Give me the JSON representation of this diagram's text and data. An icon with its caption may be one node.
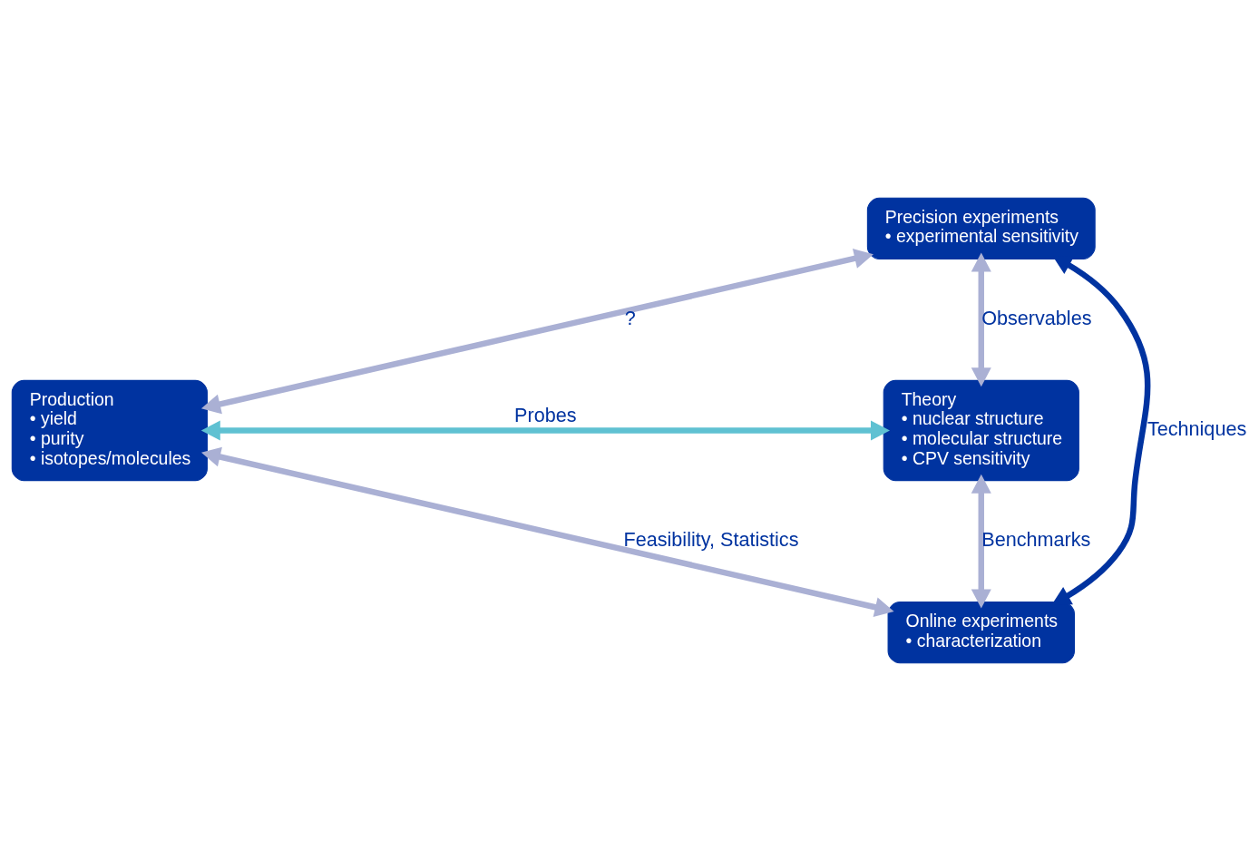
{
  "diagram": {
    "nodes": [
      {
        "text": [
          "Precision experiments",
          "• experimental sensitivity"
        ]
      },
      {
        "text": [
          "Production",
          "• yield",
          "• purity",
          "• isotopes/molecules"
        ]
      },
      {
        "text": [
          "Theory",
          "• nuclear structure",
          "• molecular structure",
          "• CPV sensitivity"
        ]
      },
      {
        "text": [
          "Online experiments",
          "• characterization"
        ]
      }
    ],
    "edges": [
      {
        "from": 0,
        "to": 1,
        "arrow": "both",
        "label": "?"
      },
      {
        "from": 0,
        "to": 2,
        "arrow": "both",
        "label": "Observables"
      },
      {
        "from": 1,
        "to": 2,
        "arrow": "both",
        "label": "Probes",
        "color": "#5fc1d2"
      },
      {
        "from": 0,
        "to": 3,
        "arrow": "both",
        "label": "Techniques",
        "color": "#0033a0"
      },
      {
        "from": 1,
        "to": 3,
        "arrow": "both",
        "label": "Feasibility, Statistics"
      },
      {
        "from": 2,
        "to": 3,
        "arrow": "both",
        "label": "Benchmarks"
      }
    ]
  }
}
